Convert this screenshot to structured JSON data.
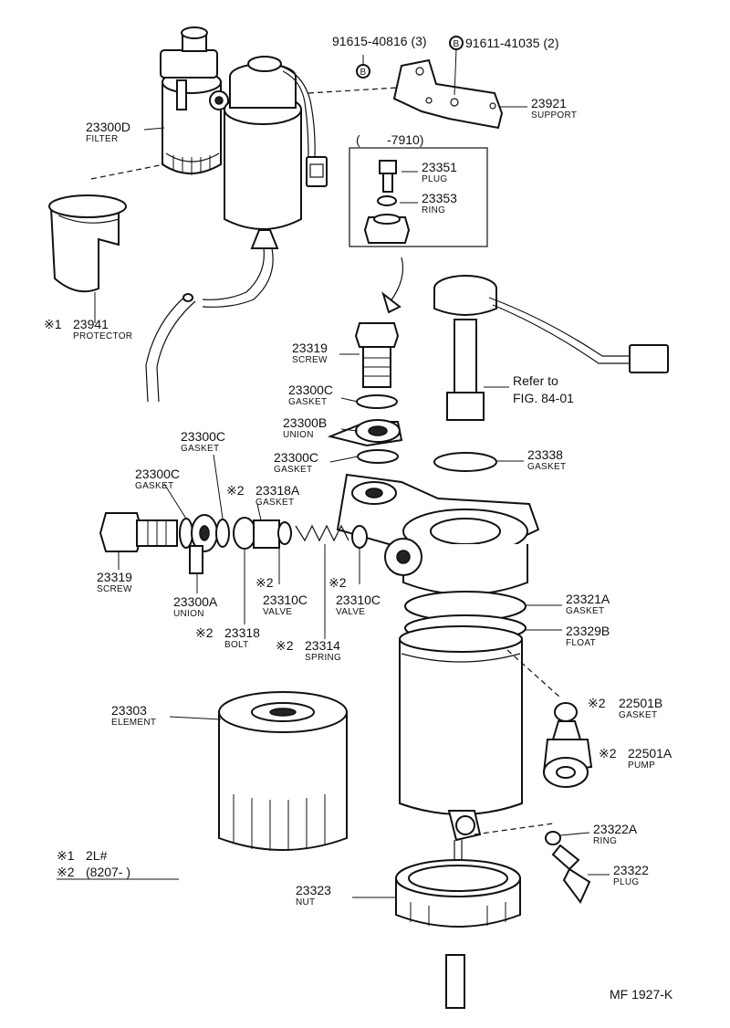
{
  "bolts": {
    "code_a": "91615-40816 (3)",
    "code_b": "91611-41035 (2)",
    "marker": "B"
  },
  "parts": [
    {
      "id": "23921",
      "name": "SUPPORT"
    },
    {
      "id": "23300D",
      "name": "FILTER"
    },
    {
      "id": "23351",
      "name": "PLUG"
    },
    {
      "id": "23353",
      "name": "RING"
    },
    {
      "id": "23941",
      "name": "PROTECTOR",
      "mark": "※1"
    },
    {
      "id": "23319",
      "name": "SCREW"
    },
    {
      "id": "23300C",
      "name": "GASKET"
    },
    {
      "id": "23300B",
      "name": "UNION"
    },
    {
      "id": "23300C",
      "name": "GASKET"
    },
    {
      "id": "23338",
      "name": "GASKET"
    },
    {
      "id": "23300C",
      "name": "GASKET"
    },
    {
      "id": "23300C",
      "name": "GASKET"
    },
    {
      "id": "23318A",
      "name": "GASKET",
      "mark": "※2"
    },
    {
      "id": "23319",
      "name": "SCREW"
    },
    {
      "id": "23300A",
      "name": "UNION"
    },
    {
      "id": "23310C",
      "name": "VALVE",
      "mark": "※2"
    },
    {
      "id": "23310C",
      "name": "VALVE",
      "mark": "※2"
    },
    {
      "id": "23321A",
      "name": "GASKET"
    },
    {
      "id": "23329B",
      "name": "FLOAT"
    },
    {
      "id": "23318",
      "name": "BOLT",
      "mark": "※2"
    },
    {
      "id": "23314",
      "name": "SPRING",
      "mark": "※2"
    },
    {
      "id": "23303",
      "name": "ELEMENT"
    },
    {
      "id": "22501B",
      "name": "GASKET",
      "mark": "※2"
    },
    {
      "id": "22501A",
      "name": "PUMP",
      "mark": "※2"
    },
    {
      "id": "23322A",
      "name": "RING"
    },
    {
      "id": "23322",
      "name": "PLUG"
    },
    {
      "id": "23323",
      "name": "NUT"
    }
  ],
  "date_range": {
    "open": "(",
    "close": "-7910)"
  },
  "refer": {
    "line1": "Refer to",
    "line2": "FIG. 84-01"
  },
  "legend": [
    {
      "mark": "※1",
      "text": "2L#"
    },
    {
      "mark": "※2",
      "text": "(8207-        )"
    }
  ],
  "figure_code": "MF  1927-K"
}
